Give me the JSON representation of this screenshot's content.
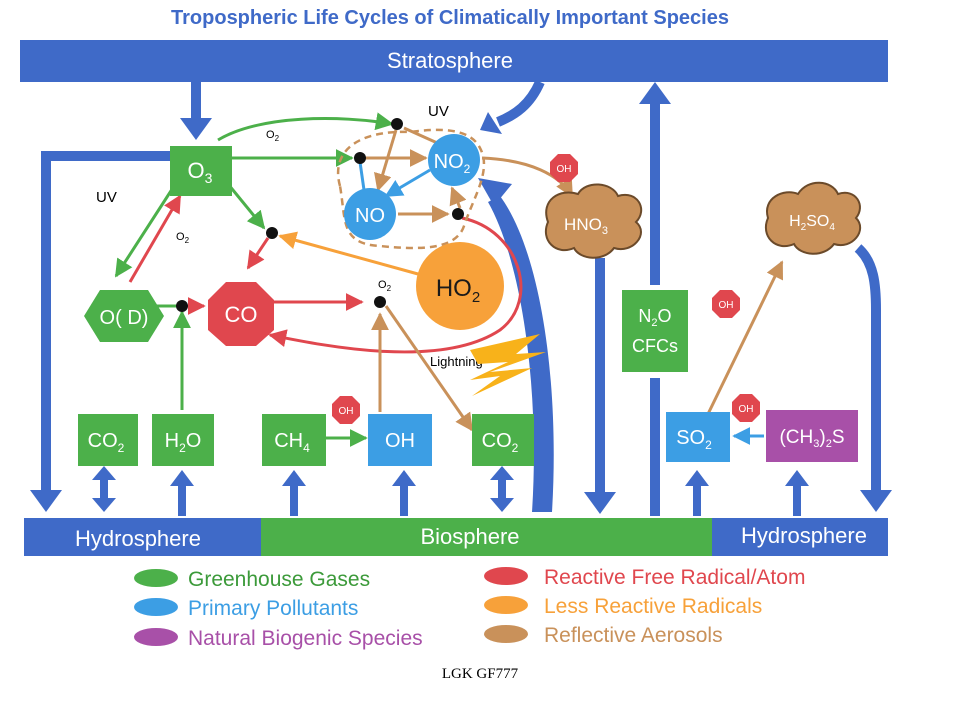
{
  "title": "Tropospheric Life Cycles of Climatically Important Species",
  "caption": "LGK GF777",
  "colors": {
    "frame_blue": "#3f6ac8",
    "greenhouse": "#4cb04a",
    "pollutant": "#3c9ee4",
    "biogenic": "#a850a8",
    "reactive": "#e0474e",
    "less_reactive": "#f7a13a",
    "aerosol": "#c9915a",
    "lightning": "#f8b21a"
  },
  "bands": {
    "stratosphere": "Stratosphere",
    "hydrosphere_left": "Hydrosphere",
    "biosphere": "Biosphere",
    "hydrosphere_right": "Hydrosphere"
  },
  "labels": {
    "uv_top": "UV",
    "uv_left": "UV",
    "o2_top": "O",
    "o2_mid": "O",
    "o2_co": "O",
    "o2_sub": "2",
    "lightning": "Lightning",
    "oh": "OH"
  },
  "species": {
    "o3": {
      "base": "O",
      "sub": "3"
    },
    "no2": {
      "base": "NO",
      "sub": "2"
    },
    "no": {
      "base": "NO"
    },
    "hno3": {
      "base": "HNO",
      "sub": "3"
    },
    "h2so4": {
      "a": "H",
      "b": "2",
      "c": "SO",
      "d": "4"
    },
    "ho2": {
      "base": "HO",
      "sub": "2"
    },
    "o1d": {
      "text": "O( D)"
    },
    "co": {
      "text": "CO"
    },
    "n2o": {
      "base": "N",
      "sub": "2",
      "rest": "O"
    },
    "cfcs": {
      "text": "CFCs"
    },
    "co2_left": {
      "base": "CO",
      "sub": "2"
    },
    "h2o": {
      "a": "H",
      "b": "2",
      "c": "O"
    },
    "ch4": {
      "base": "CH",
      "sub": "4"
    },
    "oh": {
      "text": "OH"
    },
    "co2_right": {
      "base": "CO",
      "sub": "2"
    },
    "so2": {
      "base": "SO",
      "sub": "2"
    },
    "dms": {
      "a": "(CH",
      "b": "3",
      "c": ")",
      "d": "2",
      "e": "S"
    }
  },
  "legend": [
    {
      "label": "Greenhouse Gases",
      "color": "#4cb04a",
      "text_color": "#3c9a3a"
    },
    {
      "label": "Primary Pollutants",
      "color": "#3c9ee4",
      "text_color": "#3c9ee4"
    },
    {
      "label": "Natural Biogenic Species",
      "color": "#a850a8",
      "text_color": "#a850a8"
    },
    {
      "label": "Reactive Free Radical/Atom",
      "color": "#e0474e",
      "text_color": "#e0474e"
    },
    {
      "label": "Less Reactive Radicals",
      "color": "#f7a13a",
      "text_color": "#f7a13a"
    },
    {
      "label": "Reflective Aerosols",
      "color": "#c9915a",
      "text_color": "#c9915a"
    }
  ]
}
